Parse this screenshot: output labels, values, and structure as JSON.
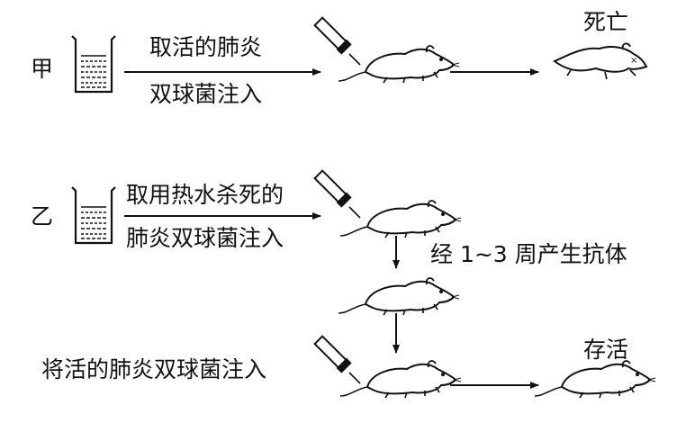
{
  "experiment_a": {
    "group_label": "甲",
    "arrow_text_line1": "取活的肺炎",
    "arrow_text_line2": "双球菌注入",
    "outcome": "死亡"
  },
  "experiment_b": {
    "group_label": "乙",
    "arrow_text_line1": "取用热水杀死的",
    "arrow_text_line2": "肺炎双球菌注入",
    "step1_text": "经 1~3 周产生抗体",
    "step2_text": "将活的肺炎双球菌注入",
    "outcome": "存活"
  }
}
